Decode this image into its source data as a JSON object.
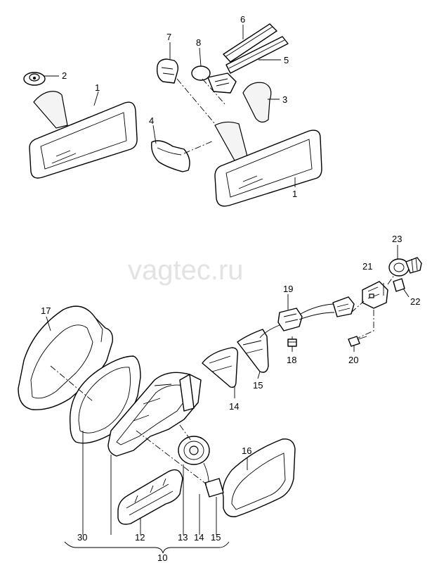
{
  "watermark": "vagtec.ru",
  "labels": {
    "p1a": "1",
    "p1b": "1",
    "p2": "2",
    "p3": "3",
    "p4": "4",
    "p5": "5",
    "p6": "6",
    "p7": "7",
    "p8": "8",
    "p10": "10",
    "p12": "12",
    "p13": "13",
    "p14a": "14",
    "p14b": "14",
    "p15a": "15",
    "p15b": "15",
    "p16": "16",
    "p17": "17",
    "p18": "18",
    "p19": "19",
    "p20": "20",
    "p21": "21",
    "p22": "22",
    "p23": "23",
    "p30": "30"
  },
  "colors": {
    "line": "#000000",
    "watermark": "#e3e3e3",
    "background": "#ffffff"
  }
}
